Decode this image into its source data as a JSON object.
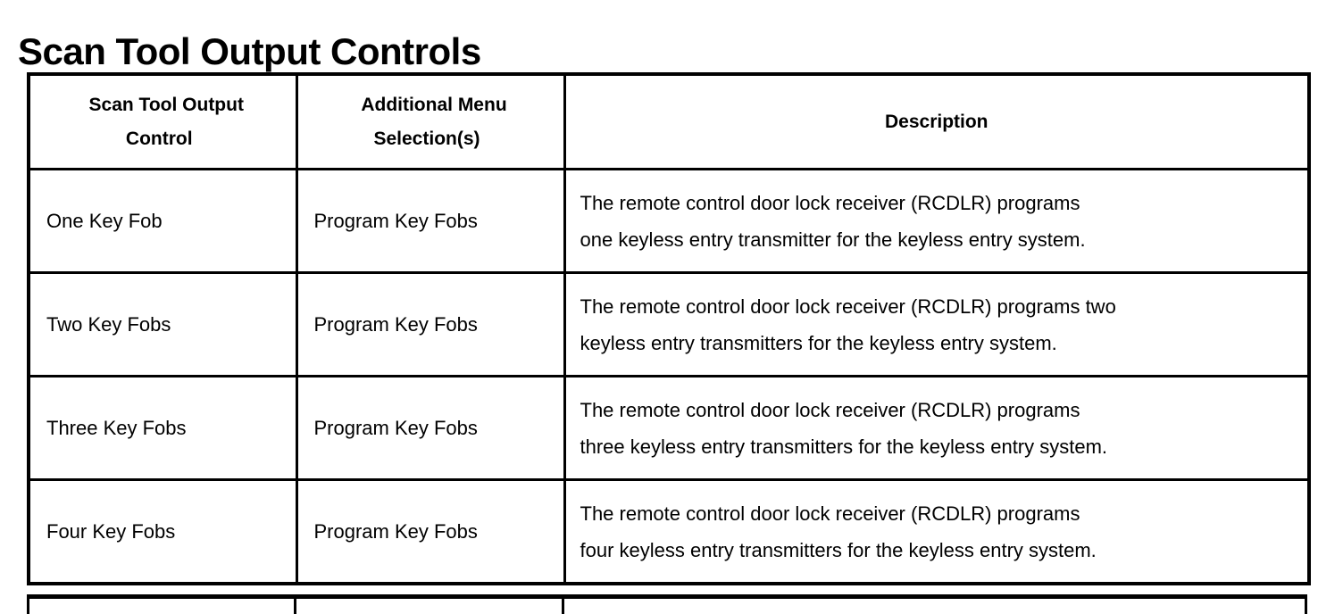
{
  "document": {
    "title": "Scan Tool Output Controls"
  },
  "table": {
    "headers": {
      "control": "Scan Tool Output Control",
      "control_line1": "Scan Tool Output",
      "control_line2": "Control",
      "menu": "Additional Menu Selection(s)",
      "menu_line1": "Additional Menu",
      "menu_line2": "Selection(s)",
      "description": "Description"
    },
    "rows": [
      {
        "control": "One Key Fob",
        "menu": "Program Key Fobs",
        "description": "The remote control door lock receiver (RCDLR) programs one keyless entry transmitter for the keyless entry system.",
        "description_line1": "The remote control door lock receiver (RCDLR) programs",
        "description_line2": "one keyless entry transmitter for the keyless entry system."
      },
      {
        "control": "Two Key Fobs",
        "menu": "Program Key Fobs",
        "description": "The remote control door lock receiver (RCDLR) programs two keyless entry transmitters for the keyless entry system.",
        "description_line1": "The remote control door lock receiver (RCDLR) programs two",
        "description_line2": "keyless entry transmitters for the keyless entry system."
      },
      {
        "control": "Three Key Fobs",
        "menu": "Program Key Fobs",
        "description": "The remote control door lock receiver (RCDLR) programs three keyless entry transmitters for the keyless entry system.",
        "description_line1": "The remote control door lock receiver (RCDLR) programs",
        "description_line2": "three keyless entry transmitters for the keyless entry system."
      },
      {
        "control": "Four Key Fobs",
        "menu": "Program Key Fobs",
        "description": "The remote control door lock receiver (RCDLR) programs four keyless entry transmitters for the keyless entry system.",
        "description_line1": "The remote control door lock receiver (RCDLR) programs",
        "description_line2": "four keyless entry transmitters for the keyless entry system."
      }
    ]
  },
  "colors": {
    "text": "#000000",
    "background": "#ffffff",
    "border": "#000000"
  }
}
